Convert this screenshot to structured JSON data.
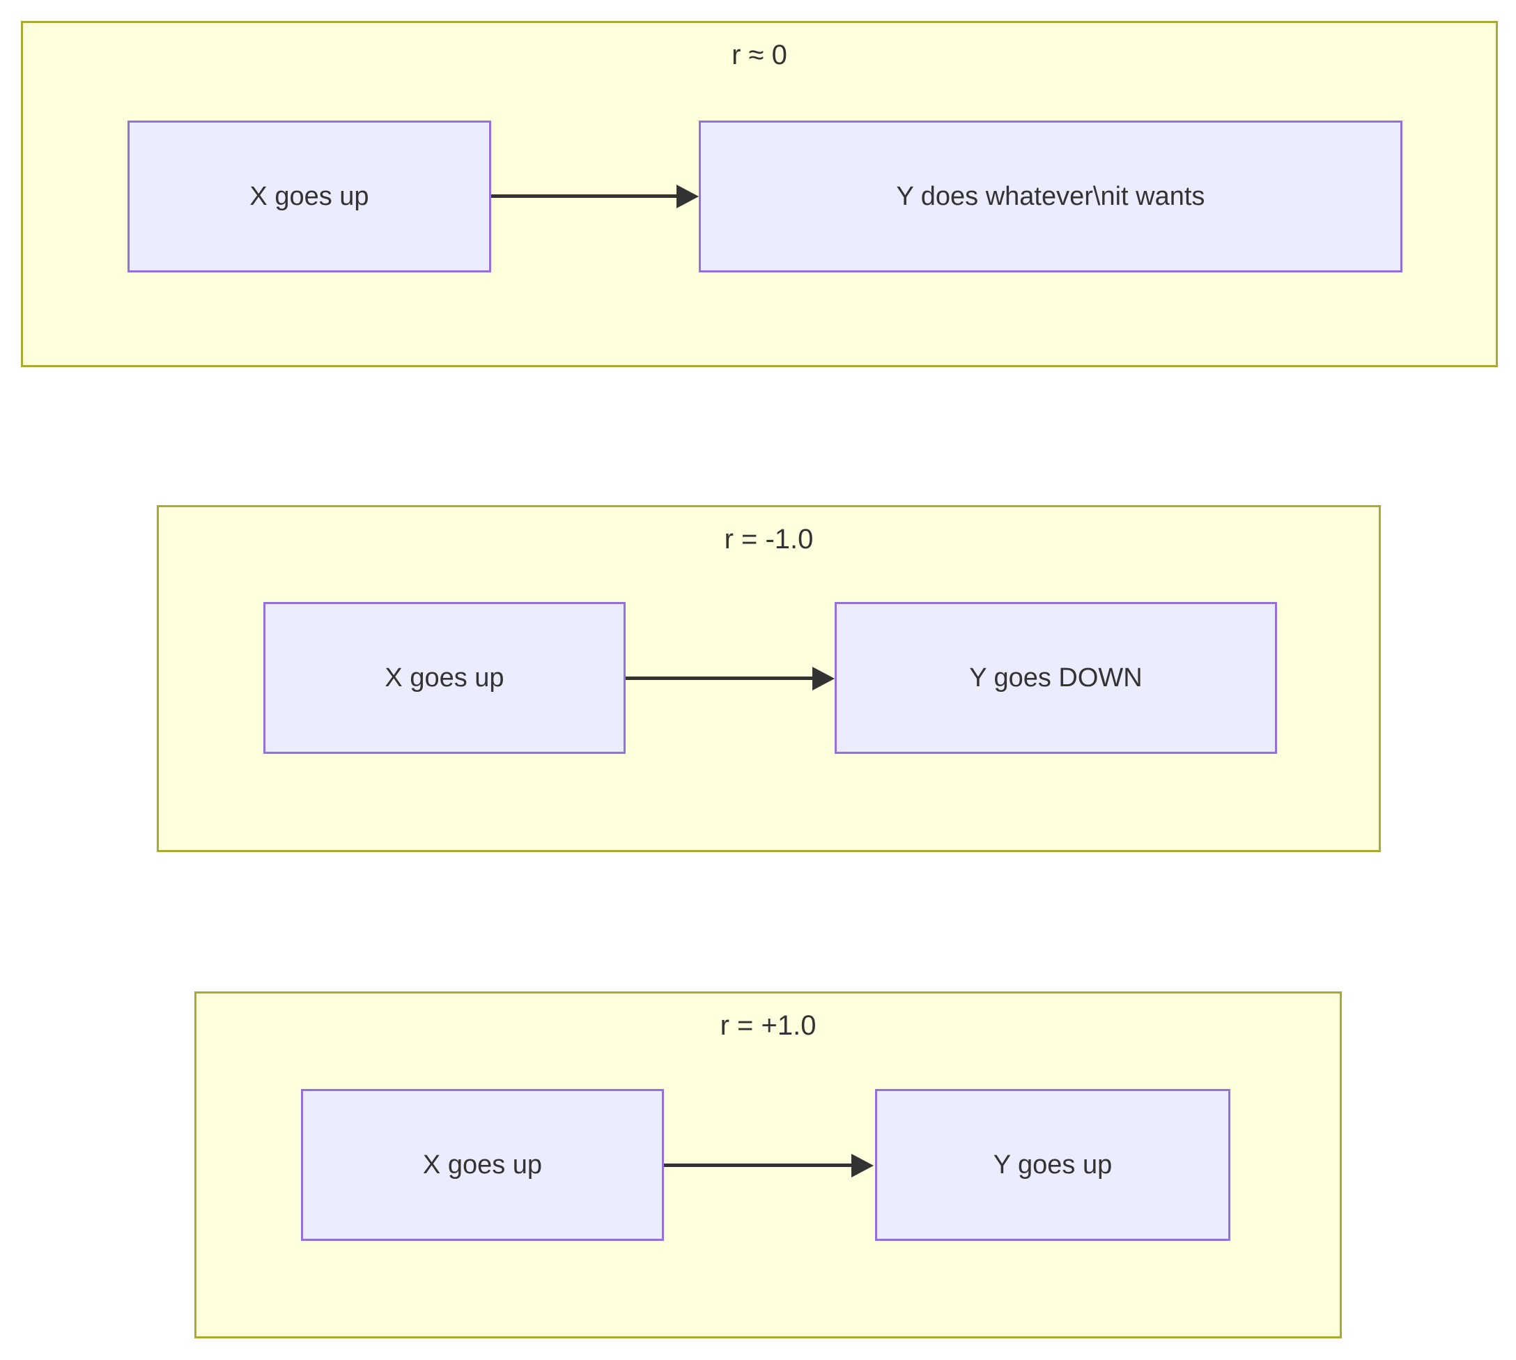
{
  "diagram": {
    "description": "Correlation coefficient flowchart with three subgraphs",
    "sections": [
      {
        "title": "r ≈ 0",
        "source_label": "X goes up",
        "target_label": "Y does whatever\\nit wants"
      },
      {
        "title": "r = -1.0",
        "source_label": "X goes up",
        "target_label": "Y goes DOWN"
      },
      {
        "title": "r = +1.0",
        "source_label": "X goes up",
        "target_label": "Y goes up"
      }
    ],
    "colors": {
      "cluster_fill": "#ffffde",
      "cluster_border": "#aaaa33",
      "node_fill": "#ececff",
      "node_border": "#9370db",
      "edge": "#333333",
      "text": "#333333",
      "page_background": "#ffffff"
    }
  }
}
